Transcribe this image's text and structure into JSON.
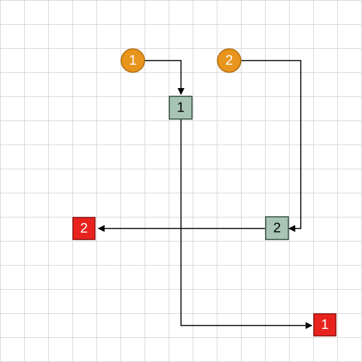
{
  "colors": {
    "source_fill": "#E8951E",
    "source_stroke": "#B06A0E",
    "step_fill": "#A8C4B4",
    "step_stroke": "#2E4A3A",
    "sink_fill": "#E8231E",
    "sink_stroke": "#8A0E0A",
    "edge": "#000000"
  },
  "nodes": {
    "source_1": {
      "label": "1"
    },
    "source_2": {
      "label": "2"
    },
    "step_1": {
      "label": "1"
    },
    "step_2": {
      "label": "2"
    },
    "sink_1": {
      "label": "1"
    },
    "sink_2": {
      "label": "2"
    }
  }
}
